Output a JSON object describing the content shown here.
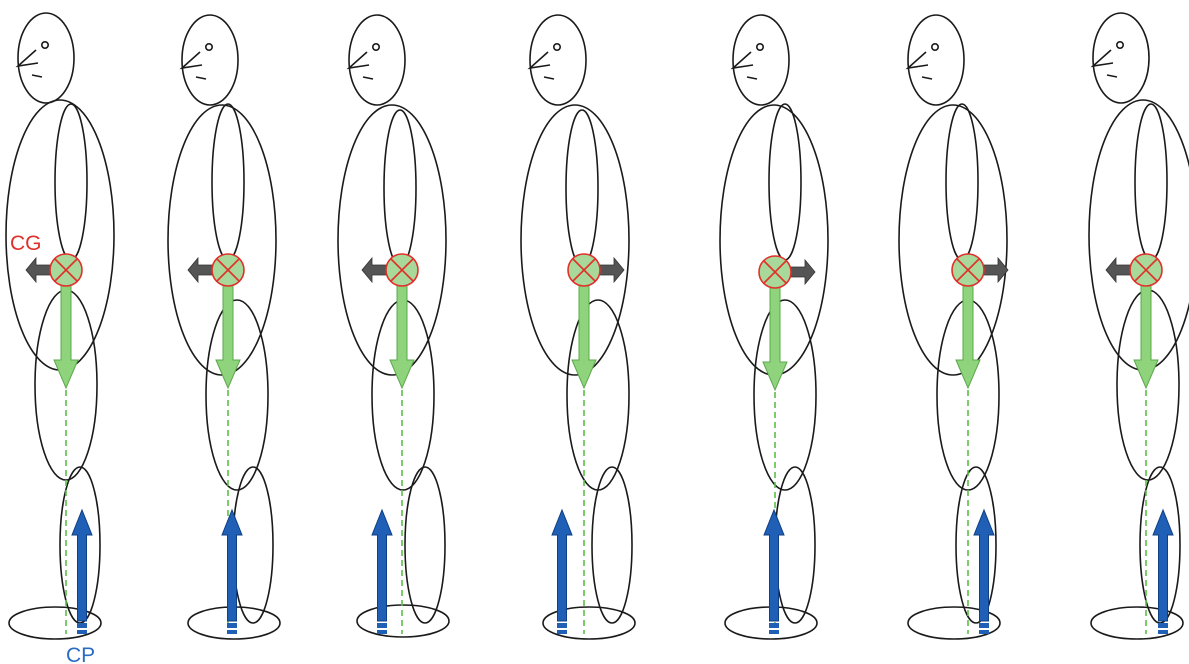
{
  "labels": {
    "cg": "CG",
    "cp": "CP"
  },
  "colors": {
    "outline": "#1a1a1a",
    "cg_fill": "#a8d89a",
    "cg_stroke": "#e0302a",
    "cg_label": "#e0302a",
    "gravity_arrow": "#8fd37c",
    "gravity_arrow_edge": "#5aa84a",
    "gravity_line": "#5cc04a",
    "horizontal_arrow": "#555555",
    "cp_arrow": "#1f5fb5",
    "cp_arrow_edge": "#0f3f85",
    "cp_label": "#2a6cc4"
  },
  "figures": [
    {
      "index": 1,
      "horizontal_arrow_direction": "left"
    },
    {
      "index": 2,
      "horizontal_arrow_direction": "left"
    },
    {
      "index": 3,
      "horizontal_arrow_direction": "left"
    },
    {
      "index": 4,
      "horizontal_arrow_direction": "right"
    },
    {
      "index": 5,
      "horizontal_arrow_direction": "right"
    },
    {
      "index": 6,
      "horizontal_arrow_direction": "right"
    },
    {
      "index": 7,
      "horizontal_arrow_direction": "left"
    }
  ]
}
